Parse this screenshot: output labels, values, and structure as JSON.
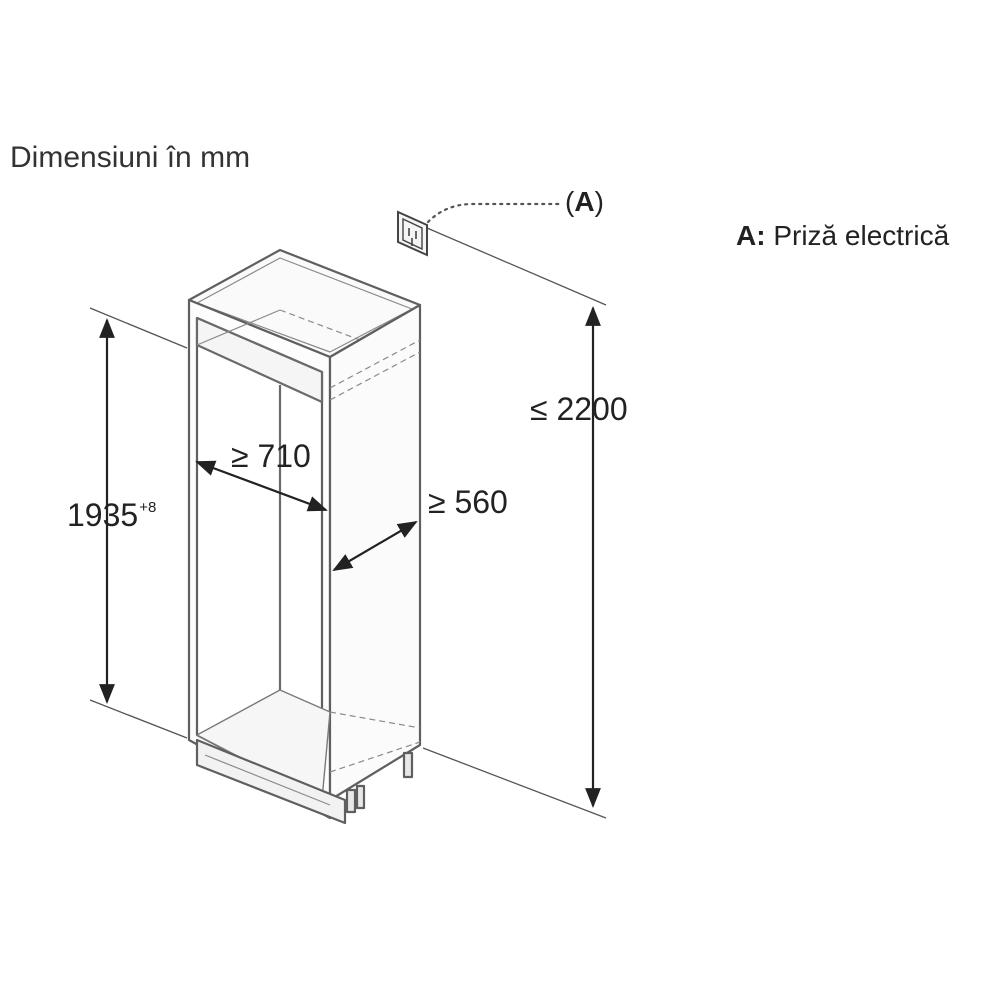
{
  "title": "Dimensiuni în mm",
  "callout": {
    "open": "(",
    "letter": "A",
    "close": ")"
  },
  "legend": {
    "key": "A:",
    "text": " Priză electrică"
  },
  "dimensions": {
    "height_max": "≤ 2200",
    "depth_min": "≥ 710",
    "width_min": "≥ 560",
    "niche_height": "1935",
    "niche_tolerance": "+8"
  },
  "icons": {
    "outlet": "electrical-socket-icon"
  },
  "colors": {
    "line": "#333333",
    "frame": "#6a6a6a",
    "dashed": "#8a8a8a",
    "fill": "#f7f7f7"
  }
}
